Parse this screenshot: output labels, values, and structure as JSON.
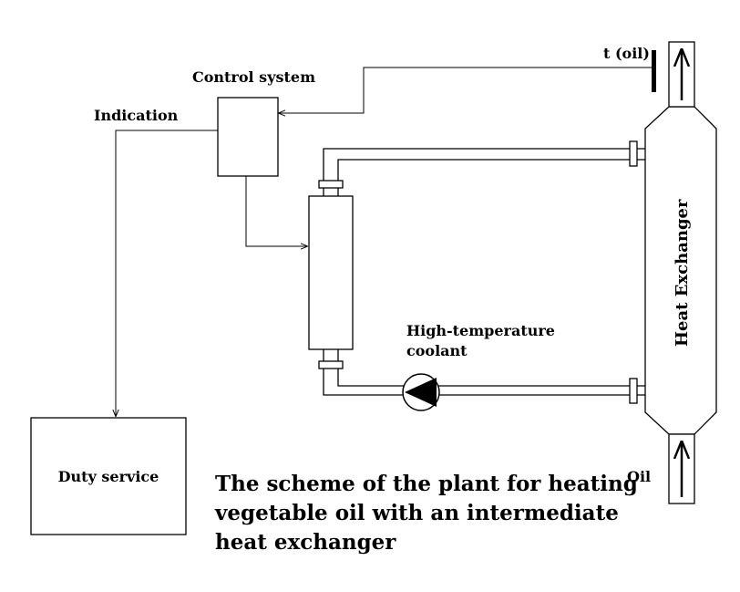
{
  "labels": {
    "control_system": "Control system",
    "indication": "Indication",
    "t_oil": "t (oil)",
    "heat_exchanger": "Heat Exchanger",
    "coolant_line1": "High-temperature",
    "coolant_line2": "coolant",
    "duty_service": "Duty service",
    "oil": "Oil"
  },
  "caption": {
    "line1": "The scheme of the plant for heating",
    "line2": "vegetable oil with an intermediate",
    "line3": "heat exchanger"
  }
}
